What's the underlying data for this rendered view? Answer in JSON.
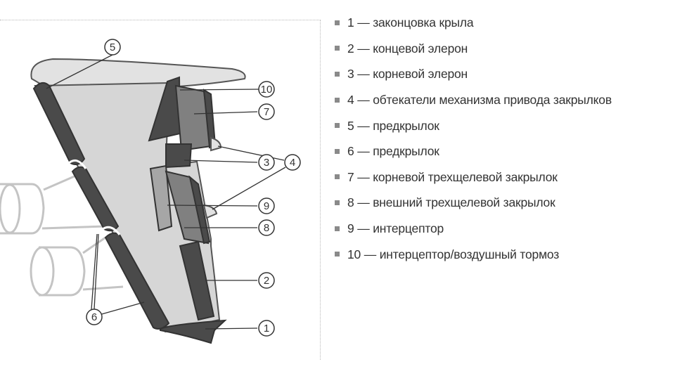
{
  "legend": [
    {
      "num": "1",
      "dash": "—",
      "text": "законцовка крыла"
    },
    {
      "num": "2",
      "dash": "—",
      "text": "концевой элерон"
    },
    {
      "num": "3",
      "dash": "—",
      "text": "корневой элерон"
    },
    {
      "num": "4",
      "dash": "—",
      "text": "обтекатели механизма привода закрылков"
    },
    {
      "num": "5",
      "dash": "—",
      "text": "предкрылок"
    },
    {
      "num": "6",
      "dash": "—",
      "text": "предкрылок"
    },
    {
      "num": "7",
      "dash": "—",
      "text": "корневой трехщелевой закрылок"
    },
    {
      "num": "8",
      "dash": "—",
      "text": "внешний трехщелевой закрылок"
    },
    {
      "num": "9",
      "dash": "—",
      "text": "интерцептор"
    },
    {
      "num": "10",
      "dash": "—",
      "text": "интерцептор/воздушный тормоз"
    }
  ],
  "callouts": {
    "c1": "1",
    "c2": "2",
    "c3": "3",
    "c4": "4",
    "c5": "5",
    "c6": "6",
    "c7": "7",
    "c8": "8",
    "c9": "9",
    "c10": "10"
  },
  "colors": {
    "wing_fill": "#d6d6d6",
    "dark_part": "#4a4a4a",
    "mid_part": "#808080",
    "engine": "#c8c8c8",
    "legend_text": "#333333",
    "bullet": "#8a8a8a"
  }
}
